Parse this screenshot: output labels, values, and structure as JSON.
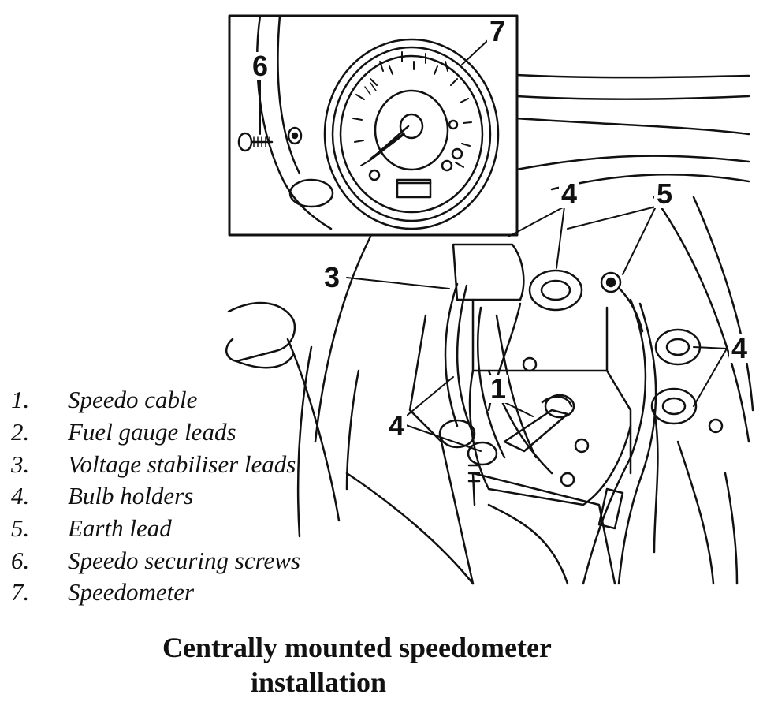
{
  "callouts": {
    "c1": "1",
    "c3": "3",
    "c4a": "4",
    "c4b": "4",
    "c4c": "4",
    "c5": "5",
    "c6": "6",
    "c7": "7"
  },
  "legend": [
    {
      "num": "1.",
      "label": "Speedo cable"
    },
    {
      "num": "2.",
      "label": "Fuel gauge leads"
    },
    {
      "num": "3.",
      "label": "Voltage stabiliser leads"
    },
    {
      "num": "4.",
      "label": "Bulb holders"
    },
    {
      "num": "5.",
      "label": "Earth lead"
    },
    {
      "num": "6.",
      "label": "Speedo securing screws"
    },
    {
      "num": "7.",
      "label": "Speedometer"
    }
  ],
  "caption": {
    "line1": "Centrally mounted speedometer",
    "line2": "installation"
  }
}
